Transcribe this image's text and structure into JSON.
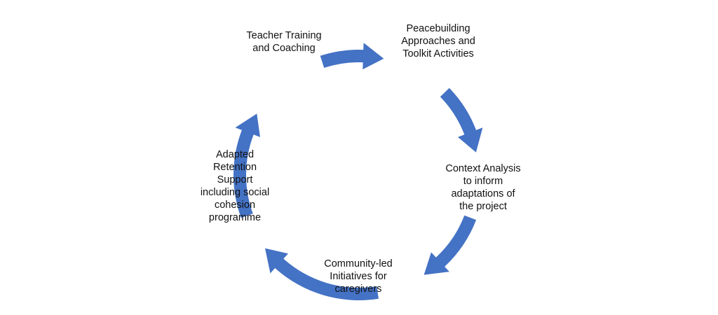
{
  "diagram": {
    "arrow_color": "#4472C4",
    "text_color": "#111111",
    "background": "#ffffff",
    "nodes": [
      {
        "id": "teacher-training",
        "lines": [
          "Teacher Training",
          "and Coaching"
        ]
      },
      {
        "id": "peacebuilding",
        "lines": [
          "Peacebuilding",
          "Approaches and",
          "Toolkit Activities"
        ]
      },
      {
        "id": "context-analysis",
        "lines": [
          "Context Analysis",
          "to inform",
          "adaptations of",
          "the project"
        ]
      },
      {
        "id": "community-led",
        "lines": [
          "Community-led",
          "Initiatives for",
          "caregivers"
        ]
      },
      {
        "id": "adapted-retention",
        "lines": [
          "Adapted",
          "Retention",
          "Support",
          "including social",
          "cohesion",
          "programme"
        ]
      }
    ],
    "arrows": [
      {
        "from": "teacher-training",
        "to": "peacebuilding",
        "icon": "curved-arrow-icon"
      },
      {
        "from": "peacebuilding",
        "to": "context-analysis",
        "icon": "curved-arrow-icon"
      },
      {
        "from": "context-analysis",
        "to": "community-led",
        "icon": "curved-arrow-icon"
      },
      {
        "from": "community-led",
        "to": "adapted-retention",
        "icon": "curved-arrow-icon"
      },
      {
        "from": "adapted-retention",
        "to": "teacher-training",
        "icon": "curved-arrow-icon"
      }
    ]
  }
}
